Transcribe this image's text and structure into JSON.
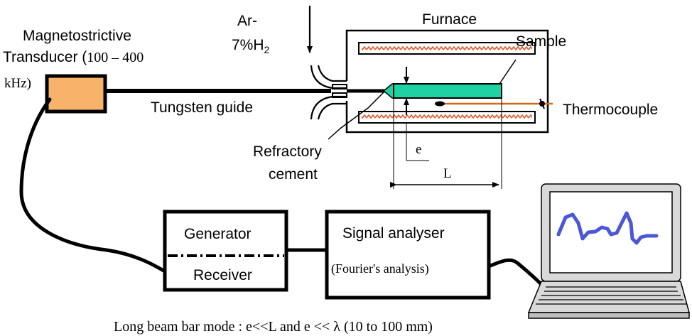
{
  "labels": {
    "transducer_line1": "Magnetostrictive",
    "transducer_line2_sans": "Transducer (",
    "transducer_line2_serif": "100 – 400",
    "transducer_line3": "kHz)",
    "gas_line1": "Ar-",
    "gas_line2_main": "7%H",
    "gas_line2_sub": "2",
    "furnace": "Furnace",
    "sample": "Sample",
    "thermocouple": "Thermocouple",
    "tungsten_guide": "Tungsten guide",
    "refractory_line1": "Refractory",
    "refractory_line2": "cement",
    "dim_e": "e",
    "dim_L": "L",
    "generator": "Generator",
    "receiver": "Receiver",
    "signal_analyser": "Signal analyser",
    "fourier": "(Fourier's analysis)",
    "caption": "Long beam bar mode : e<<L and e << λ (10 to 100 mm)"
  },
  "colors": {
    "transducer_fill": "#f7b36a",
    "sample_fill": "#1fd2a3",
    "heater_zigzag": "#e05a2a",
    "thermocouple_wire": "#d2691e",
    "screen_wave": "#4a57d6",
    "line": "#000000"
  }
}
